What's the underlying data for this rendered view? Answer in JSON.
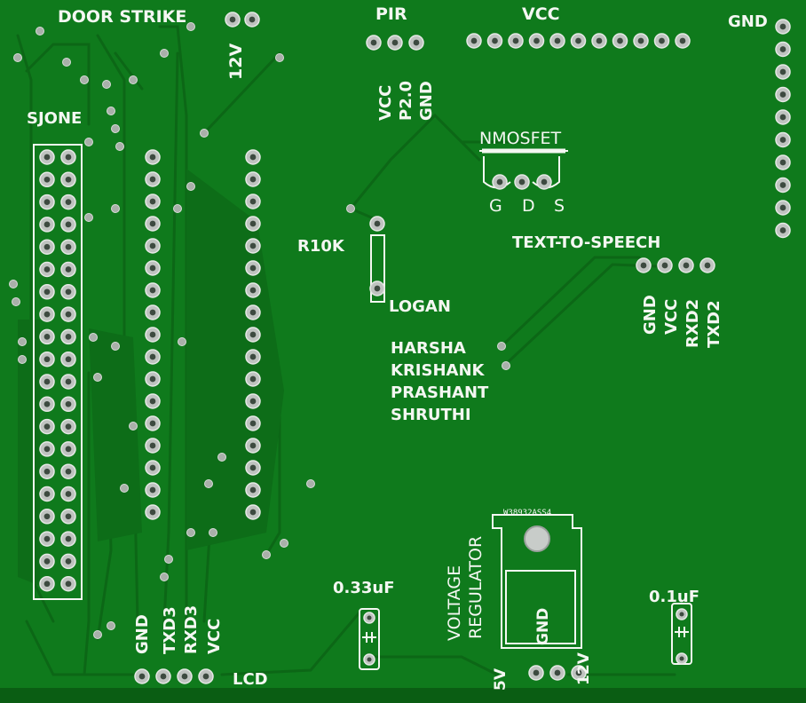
{
  "board": {
    "colors": {
      "solder_mask": "#0f7a1c",
      "trace": "#0c6716",
      "silkscreen": "#f4f7f2",
      "pad": "#bfc3c0"
    }
  },
  "labels": {
    "door_strike": "DOOR STRIKE",
    "twelve_v_top": "12V",
    "pir": "PIR",
    "vcc_header": "VCC",
    "gnd_header": "GND",
    "sjone": "SJONE",
    "pir_vcc": "VCC",
    "pir_p20": "P2.0",
    "pir_gnd": "GND",
    "nmosfet": "NMOSFET",
    "gate": "G",
    "drain": "D",
    "source": "S",
    "r10k": "R10K",
    "text_to_speech": "TEXT-TO-SPEECH",
    "tts_gnd": "GND",
    "tts_vcc": "VCC",
    "tts_rxd2": "RXD2",
    "tts_txd2": "TXD2",
    "lcd": "LCD",
    "lcd_gnd": "GND",
    "lcd_txd3": "TXD3",
    "lcd_rxd3": "RXD3",
    "lcd_vcc": "VCC",
    "cap_033": "0.33uF",
    "cap_01": "0.1uF",
    "voltage": "VOLTAGE",
    "regulator": "REGULATOR",
    "reg_part": "W38932ASS4",
    "reg_5v": "5V",
    "reg_gnd": "GND",
    "reg_12v": "12V"
  },
  "credits": [
    "LOGAN",
    "HARSHA",
    "KRISHANK",
    "PRASHANT",
    "SHRUTHI"
  ]
}
